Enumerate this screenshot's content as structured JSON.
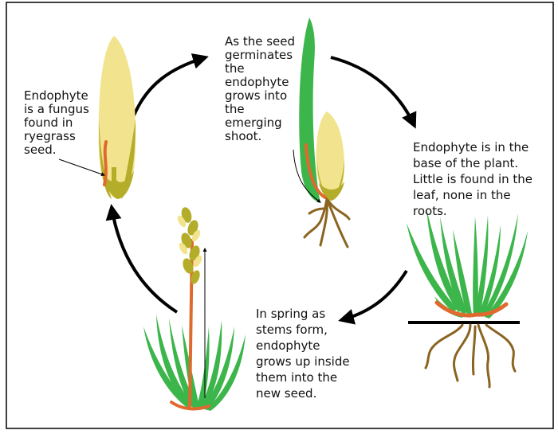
{
  "diagram": {
    "stages": [
      {
        "id": "seed",
        "lines": [
          "Endophyte",
          "is a fungus",
          "found in",
          "ryegrass",
          "seed."
        ]
      },
      {
        "id": "germination",
        "lines": [
          "As the seed",
          "germinates",
          "the",
          "endophyte",
          "grows into",
          "the",
          "emerging",
          "shoot."
        ]
      },
      {
        "id": "plant",
        "lines": [
          "Endophyte is in the",
          "base of the plant.",
          "Little is found in the",
          "leaf, none in the",
          "roots."
        ]
      },
      {
        "id": "spring",
        "lines": [
          "In spring as",
          "stems form,",
          "endophyte",
          "grows up inside",
          "them into the",
          "new seed."
        ]
      }
    ],
    "colors": {
      "leaf": "#3cb54a",
      "seed_light": "#f2e48f",
      "seed_dark": "#b3ad2a",
      "endophyte": "#e06a2e",
      "root": "#8a6420",
      "arrow": "#000000",
      "soil": "#000000",
      "border": "#000000"
    }
  }
}
